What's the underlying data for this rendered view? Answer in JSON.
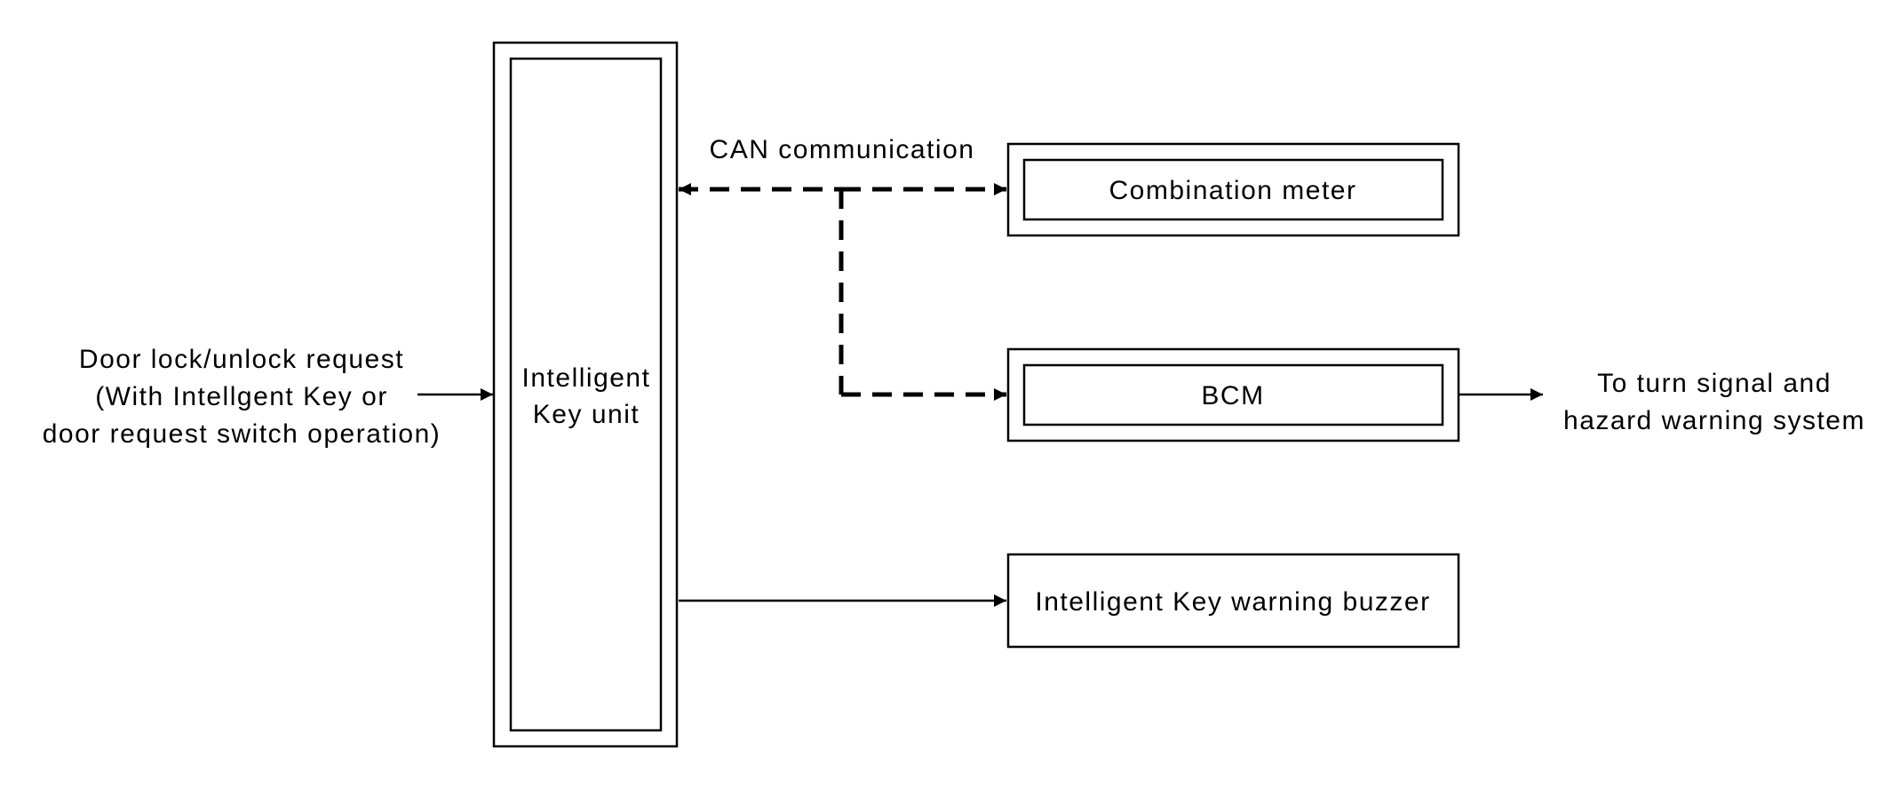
{
  "input_text": {
    "lines": [
      "Door lock/unlock request",
      "(With Intellgent Key or",
      "door request switch operation)"
    ]
  },
  "intelligent_key_unit": {
    "lines": [
      "Intelligent",
      "Key unit"
    ]
  },
  "can_communication_label": "CAN communication",
  "combination_meter_label": "Combination meter",
  "bcm_label": "BCM",
  "warning_buzzer_label": "Intelligent Key warning buzzer",
  "output_text": {
    "lines": [
      "To turn signal and",
      "hazard warning system"
    ]
  }
}
